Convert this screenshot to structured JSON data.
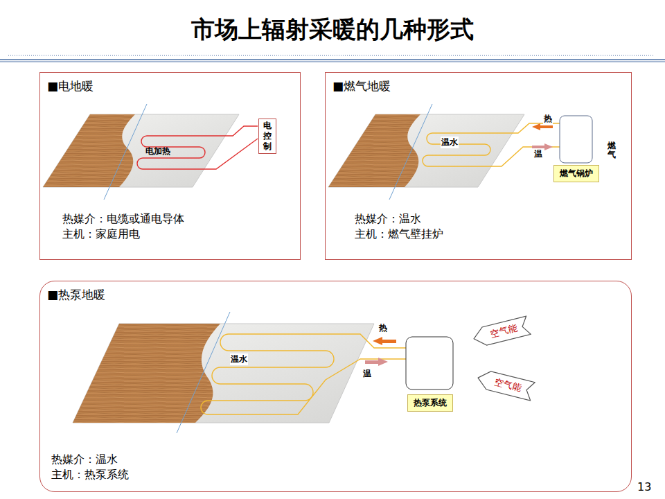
{
  "diagram": {
    "title": "市场上辐射采暖的几种形式",
    "nodes": [
      {
        "text": [
          "■电地暖",
          "热媒介：电缆或通电导体",
          "主机：家庭用电"
        ]
      },
      {
        "text": [
          "电 控制"
        ],
        "in": 0
      },
      {
        "text": [
          "■燃气地暖",
          "热媒介：温水",
          "主机：燃气壁挂炉"
        ]
      },
      {
        "text": [
          "燃气锅炉"
        ],
        "in": 2
      },
      {
        "text": [
          "■热泵地暖",
          "热媒介：温水",
          "主机：热泵系统"
        ]
      },
      {
        "text": [
          "热泵系统"
        ],
        "in": 4
      },
      {
        "text": [
          "空气能"
        ],
        "in": 4
      },
      {
        "text": [
          "空气能"
        ],
        "in": 4
      }
    ],
    "labels": [
      "电加热",
      "温水",
      "热",
      "温",
      "燃气",
      "温水",
      "热",
      "温",
      "13"
    ]
  }
}
